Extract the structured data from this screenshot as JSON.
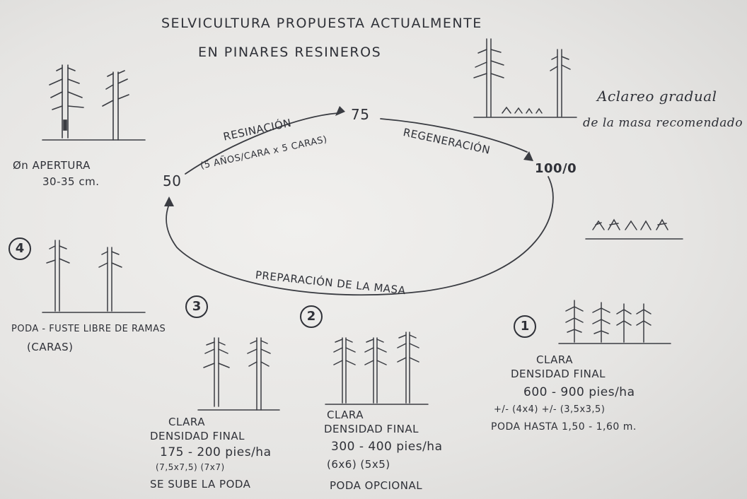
{
  "title": {
    "line1": "SELVICULTURA PROPUESTA ACTUALMENTE",
    "line2": "EN PINARES RESINEROS"
  },
  "cycle": {
    "ages": {
      "a50": "50",
      "a75": "75",
      "a100": "100/0"
    },
    "arc_resinacion": "RESINACIÓN",
    "arc_resinacion_detail": "(5 AÑOS/CARA x 5 CARAS)",
    "arc_regeneracion": "REGENERACIÓN",
    "arc_preparacion": "PREPARACIÓN DE LA MASA"
  },
  "apertura": {
    "line1": "Øn APERTURA",
    "line2": "30-35 cm."
  },
  "aclareo": {
    "line1": "Aclareo gradual",
    "line2": "de la masa recomendado"
  },
  "step4": {
    "number": "4",
    "line1": "PODA - FUSTE LIBRE DE RAMAS",
    "line2": "(CARAS)"
  },
  "step3": {
    "number": "3",
    "line1": "CLARA",
    "line2": "DENSIDAD FINAL",
    "line3": "175 - 200 pies/ha",
    "line4": "(7,5x7,5)   (7x7)",
    "line5": "SE SUBE LA PODA"
  },
  "step2": {
    "number": "2",
    "line1": "CLARA",
    "line2": "DENSIDAD FINAL",
    "line3": "300 - 400 pies/ha",
    "line4": "(6x6)   (5x5)",
    "line5": "PODA OPCIONAL"
  },
  "step1": {
    "number": "1",
    "line1": "CLARA",
    "line2": "DENSIDAD FINAL",
    "line3": "600 - 900 pies/ha",
    "line4": "+/- (4x4) +/- (3,5x3,5)",
    "line5": "PODA HASTA 1,50 - 1,60 m."
  },
  "colors": {
    "ink": "#2f3138",
    "paper": "#ecebe9"
  }
}
